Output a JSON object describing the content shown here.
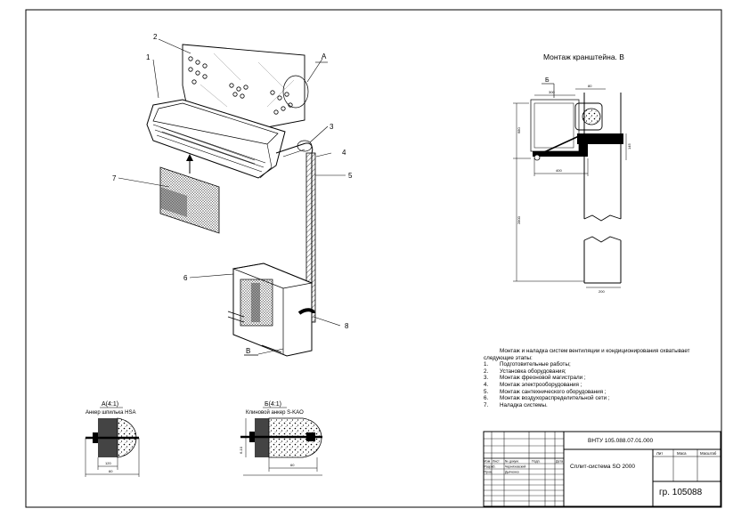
{
  "callouts": {
    "c1": "1",
    "c2": "2",
    "c3": "3",
    "c4": "4",
    "c5": "5",
    "c6": "6",
    "c7": "7",
    "c8": "8",
    "view_a": "А",
    "view_b": "Б",
    "view_v": "В"
  },
  "bracket_view": {
    "title": "Монтаж кранштейна. В",
    "marker": "Б",
    "dims": {
      "d1": "300",
      "d2": "80",
      "d3": "400",
      "d4": "680",
      "d5": "2800",
      "d6": "200",
      "d7": "145"
    }
  },
  "detail_a": {
    "title": "А(4:1)",
    "subtitle": "Анкер шпилька HSA",
    "dim1": "120",
    "dim2": "60"
  },
  "detail_b": {
    "title": "Б(4:1)",
    "subtitle": "Клиновой анкер S-KAO",
    "dim1": "60",
    "dim2": "6-10"
  },
  "notes": {
    "intro": "Монтаж и наладка систем вентиляции и кондиционирования охватывает следующие этапы:",
    "items": [
      {
        "n": "1.",
        "text": "Подготовительные работы;"
      },
      {
        "n": "2.",
        "text": "Установка оборудования;"
      },
      {
        "n": "3.",
        "text": "Монтаж фреоновой магистрали ;"
      },
      {
        "n": "4.",
        "text": "Монтаж электрооборудования ;"
      },
      {
        "n": "5.",
        "text": "Монтаж сантехнического оборудования ;"
      },
      {
        "n": "6.",
        "text": "Монтаж воздухораспределительной сети ;"
      },
      {
        "n": "7.",
        "text": "Наладка системы."
      }
    ]
  },
  "title_block": {
    "code": "ВНТУ 105.088.07.01.000",
    "product": "Сплит-система SO 2000",
    "group": "гр. 105088",
    "col_lit": "Лит",
    "col_mass": "Маса",
    "col_scale": "Масштаб",
    "hdr_izm": "Изм",
    "hdr_list": "Лист",
    "hdr_doc": "№ докум.",
    "hdr_sign": "Подп.",
    "hdr_date": "Дата",
    "row_razrab": "Разраб.",
    "name_razrab": "Черняховский",
    "row_prov": "Пров.",
    "name_prov": "Дьяченко"
  }
}
